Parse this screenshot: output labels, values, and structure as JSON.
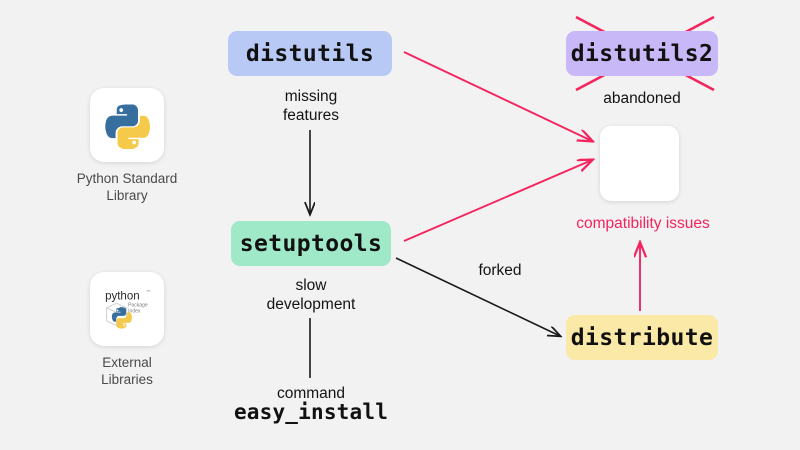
{
  "diagram": {
    "background_color": "#f2f2f2",
    "accent_red": "#f4245e",
    "nodes": [
      {
        "id": "distutils",
        "label": "distutils",
        "color": "#b9c9f5"
      },
      {
        "id": "distutils2",
        "label": "distutils2",
        "color": "#c9b8f8",
        "struck_out": true
      },
      {
        "id": "setuptools",
        "label": "setuptools",
        "color": "#9fe8c8"
      },
      {
        "id": "distribute",
        "label": "distribute",
        "color": "#fbe9a8"
      },
      {
        "id": "blank",
        "label": "",
        "color": "#ffffff"
      }
    ],
    "captions": {
      "missing_features": "missing\nfeatures",
      "slow_development": "slow\ndevelopment",
      "command": "command",
      "easy_install": "easy_install",
      "forked": "forked",
      "abandoned": "abandoned",
      "compatibility_issues": "compatibility issues"
    },
    "legend": [
      {
        "icon": "python-logo-icon",
        "label": "Python Standard\nLibrary"
      },
      {
        "icon": "python-package-index-logo-icon",
        "label": "External\nLibraries"
      }
    ]
  }
}
